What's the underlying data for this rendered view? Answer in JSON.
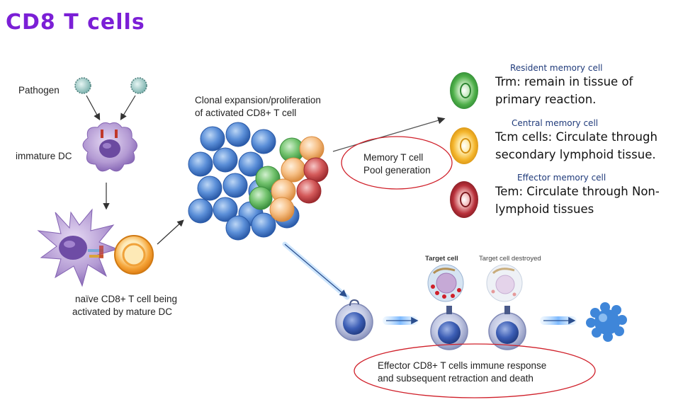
{
  "title": "CD8 T cells",
  "labels": {
    "pathogen": "Pathogen",
    "immature_dc": "immature DC",
    "naive_line1": "naïve CD8+ T cell being",
    "naive_line2": "activated by mature DC",
    "clonal_line1": "Clonal expansion/proliferation",
    "clonal_line2": "of activated CD8+ T cell",
    "memory_pool_line1": "Memory T cell",
    "memory_pool_line2": "Pool generation",
    "target_cell": "Target cell",
    "target_destroyed": "Target cell destroyed",
    "effector_line1": "Effector CD8+ T cells immune response",
    "effector_line2": "and subsequent retraction and death"
  },
  "memory_cells": [
    {
      "type": "Resident memory cell",
      "desc_line1": "Trm: remain in tissue of",
      "desc_line2": "primary reaction.",
      "color": "#3fae49"
    },
    {
      "type": "Central memory cell",
      "desc_line1": "Tcm cells: Circulate through",
      "desc_line2": "secondary lymphoid tissue.",
      "color": "#f2b531"
    },
    {
      "type": "Effector memory cell",
      "desc_line1": "Tem: Circulate through Non-",
      "desc_line2": "lymphoid tissues",
      "color": "#b8303a"
    }
  ],
  "colors": {
    "title": "#7b1fd6",
    "highlight_ellipse": "#d0202a",
    "dc": "#a58bc9",
    "t_cell_blue": "#3f74c4",
    "activated_orange": "#f29a2e"
  }
}
